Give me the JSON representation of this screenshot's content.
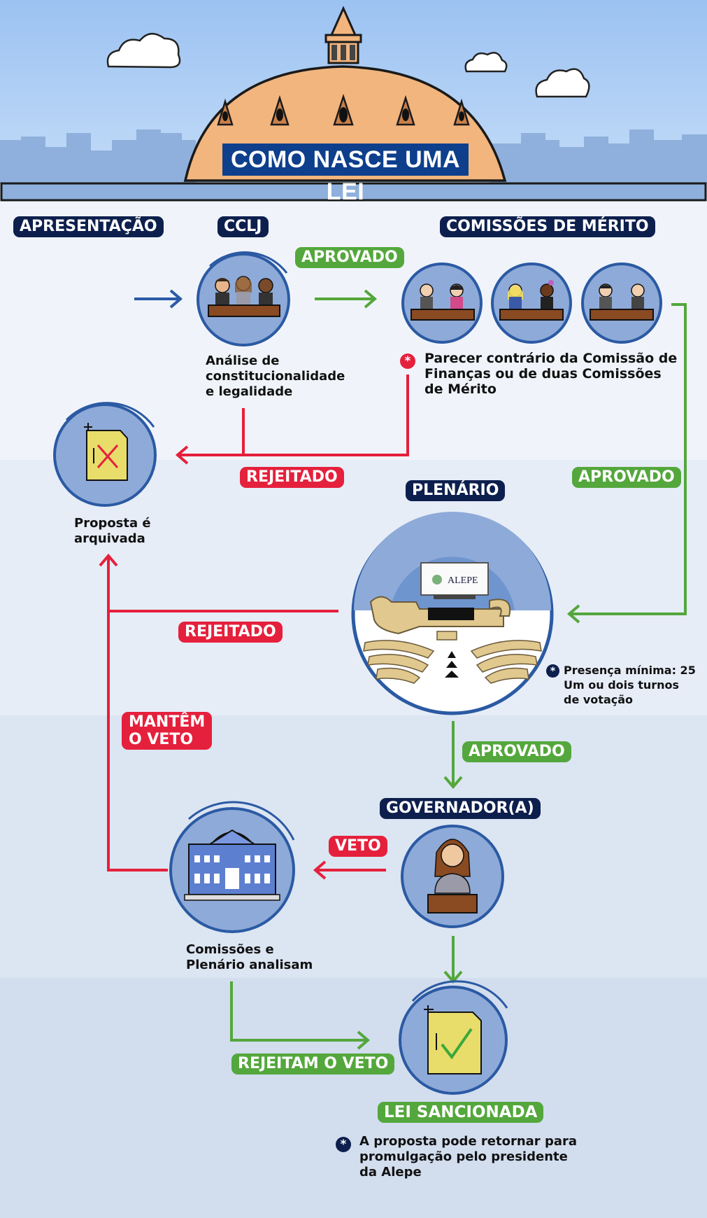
{
  "title": "COMO NASCE UMA LEI",
  "labels": {
    "apresentacao": "APRESENTAÇÃO",
    "cclj": "CCLJ",
    "comissoes_merito": "COMISSÕES DE MÉRITO",
    "aprovado_1": "APROVADO",
    "aprovado_2": "APROVADO",
    "aprovado_3": "APROVADO",
    "rejeitado_1": "REJEITADO",
    "rejeitado_2": "REJEITADO",
    "plenario": "PLENÁRIO",
    "mantem_veto_1": "MANTÊM",
    "mantem_veto_2": "O VETO",
    "governador": "GOVERNADOR(A)",
    "veto": "VETO",
    "rejeitam_veto": "REJEITAM O VETO",
    "lei_sancionada": "LEI SANCIONADA"
  },
  "texts": {
    "cclj_desc": [
      "Análise de",
      "constitucionalidade",
      "e legalidade"
    ],
    "parecer": [
      "Parecer contrário da Comissão de",
      "Finanças ou de duas Comissões",
      "de Mérito"
    ],
    "arquivada": [
      "Proposta é",
      "arquivada"
    ],
    "presenca": [
      "Presença mínima: 25",
      "Um ou dois turnos",
      "de votação"
    ],
    "comissoes_plenario": [
      "Comissões e",
      "Plenário analisam"
    ],
    "retornar": [
      "A proposta pode retornar para",
      "promulgação pelo presidente",
      "da Alepe"
    ]
  },
  "screen_text": "ALEPE",
  "asterisk": "*",
  "colors": {
    "navy": "#0d1f4d",
    "green": "#54a73c",
    "red": "#e5203c",
    "blue_arrow": "#2a5aa8",
    "circle_fill": "#8eaad8",
    "circle_ring": "#2b5aa3",
    "sky": "#a7c7f0",
    "dome": "#f2b57e"
  },
  "icons": [
    "cloud-icon",
    "dome-icon",
    "committee-icon",
    "archive-icon",
    "plenary-icon",
    "governor-icon",
    "legislature-building-icon",
    "approved-document-icon",
    "arrow-icon"
  ]
}
